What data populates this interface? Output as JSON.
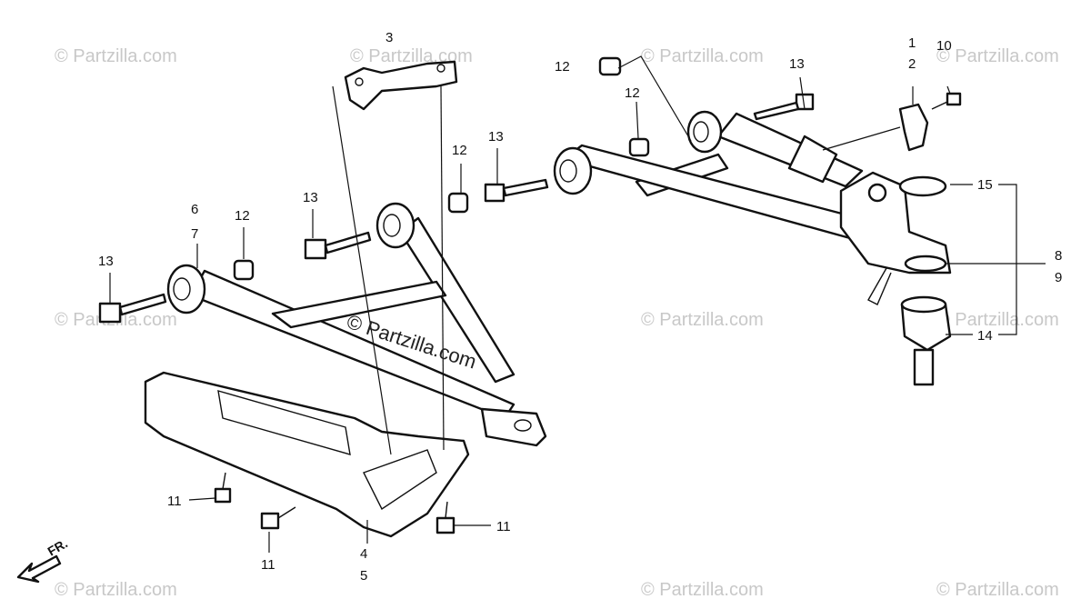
{
  "watermark": {
    "text": "© Partzilla.com",
    "center_text": "© Partzilla.com"
  },
  "direction_label": "FR.",
  "callouts": {
    "c1": "1",
    "c2": "2",
    "c3": "3",
    "c4": "4",
    "c5": "5",
    "c6": "6",
    "c7": "7",
    "c8": "8",
    "c9": "9",
    "c10": "10",
    "c11a": "11",
    "c11b": "11",
    "c11c": "11",
    "c12a": "12",
    "c12b": "12",
    "c12c": "12",
    "c12d": "12",
    "c13a": "13",
    "c13b": "13",
    "c13c": "13",
    "c13d": "13",
    "c14": "14",
    "c15": "15"
  },
  "colors": {
    "line": "#111111",
    "watermark": "#c8c8c8",
    "background": "#ffffff"
  }
}
